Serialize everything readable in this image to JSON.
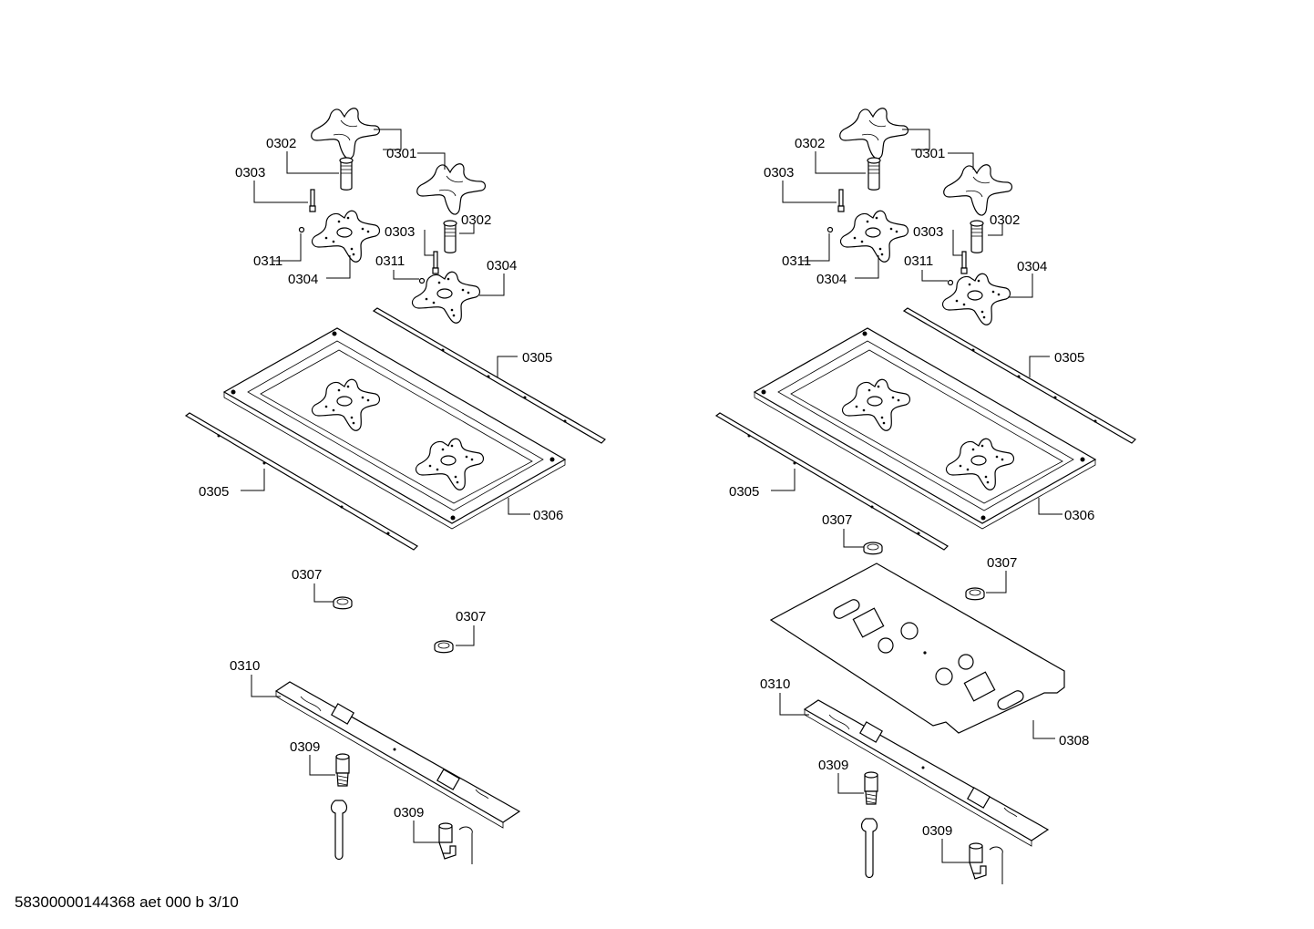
{
  "footer": {
    "code": "58300000144368 aet 000 b 3/10"
  },
  "labels": {
    "l0302a": "0302",
    "l0301a": "0301",
    "l0303a": "0303",
    "l0303b": "0303",
    "l0302b": "0302",
    "l0311a": "0311",
    "l0304a": "0304",
    "l0311b": "0311",
    "l0304b": "0304",
    "l0305a": "0305",
    "l0305b": "0305",
    "l0306": "0306",
    "l0307a": "0307",
    "l0307b": "0307",
    "l0310": "0310",
    "l0309a": "0309",
    "l0309b": "0309",
    "r0302a": "0302",
    "r0301a": "0301",
    "r0303a": "0303",
    "r0303b": "0303",
    "r0302b": "0302",
    "r0311a": "0311",
    "r0304a": "0304",
    "r0311b": "0311",
    "r0304b": "0304",
    "r0305a": "0305",
    "r0305b": "0305",
    "r0306": "0306",
    "r0307a": "0307",
    "r0307b": "0307",
    "r0308": "0308",
    "r0310": "0310",
    "r0309a": "0309",
    "r0309b": "0309"
  }
}
